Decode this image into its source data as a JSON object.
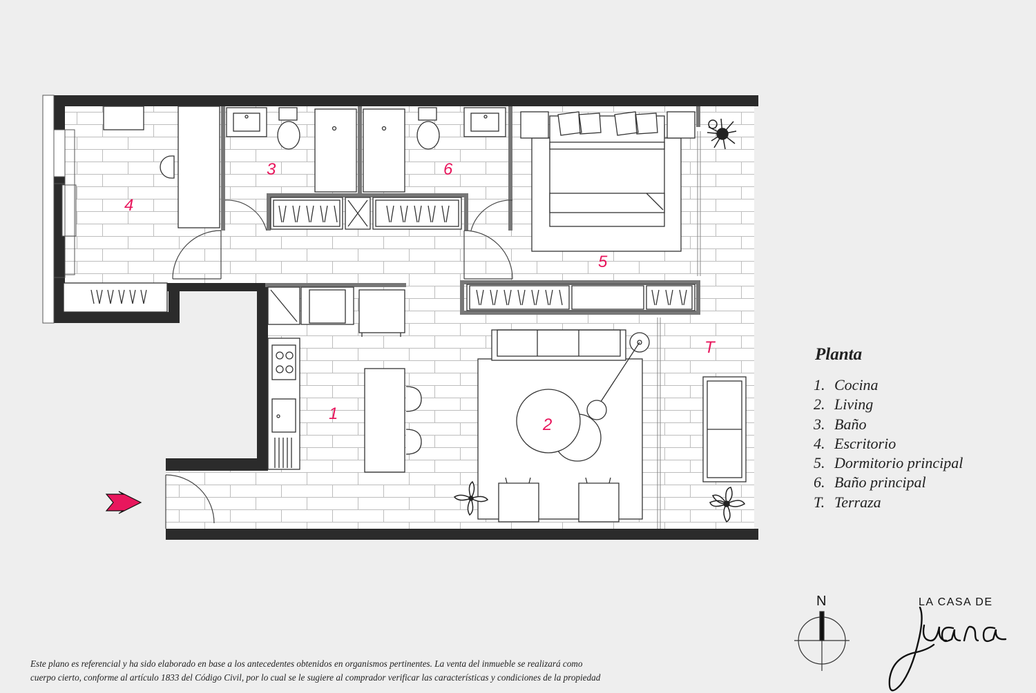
{
  "rooms": {
    "r1": "1",
    "r2": "2",
    "r3": "3",
    "r4": "4",
    "r5": "5",
    "r6": "6",
    "rT": "T"
  },
  "legend": {
    "title": "Planta",
    "items": [
      {
        "key": "1.",
        "label": "Cocina"
      },
      {
        "key": "2.",
        "label": "Living"
      },
      {
        "key": "3.",
        "label": "Baño"
      },
      {
        "key": "4.",
        "label": "Escritorio"
      },
      {
        "key": "5.",
        "label": "Dormitorio principal"
      },
      {
        "key": "6.",
        "label": "Baño principal"
      },
      {
        "key": "T.",
        "label": "Terraza"
      }
    ]
  },
  "compass": {
    "north": "N"
  },
  "brand": {
    "top": "LA CASA DE",
    "script": "Juana"
  },
  "disclaimer": {
    "line1": "Este plano es referencial y ha sido elaborado en base a los antecedentes obtenidos en organismos pertinentes.  La venta del inmueble se realizará como",
    "line2": "cuerpo cierto, conforme al artículo 1833 del Código Civil, por lo cual se le sugiere al comprador verificar las características y condiciones de la propiedad"
  },
  "colors": {
    "background": "#eeeeee",
    "wall": "#2b2b2b",
    "floor": "#ffffff",
    "accent": "#e8175d"
  }
}
